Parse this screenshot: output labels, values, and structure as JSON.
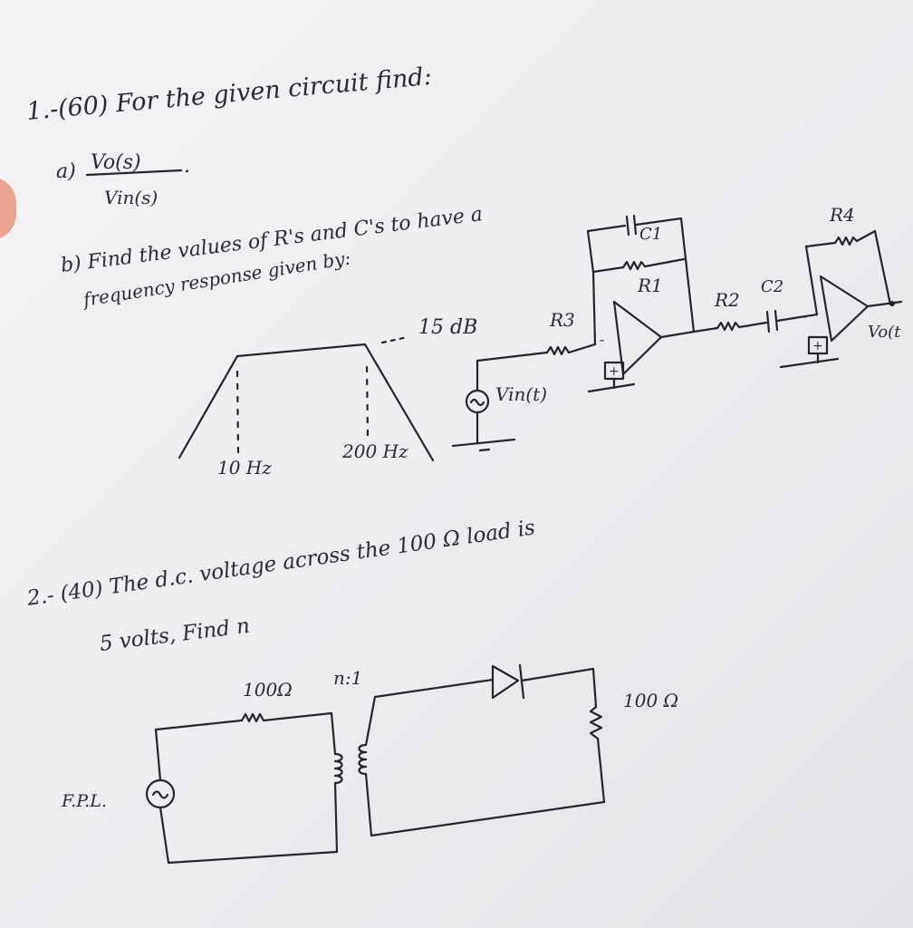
{
  "problem1": {
    "header": "1.-(60) For the given circuit find:",
    "part_a_label": "a)",
    "part_a_num": "Vo(s)",
    "part_a_den": "Vin(s)",
    "part_a_end": ".",
    "part_b_line1": "b) Find the values of R's and C's to have a",
    "part_b_line2": "frequency response given by:",
    "gain_label": "15 dB",
    "freq_low": "10 Hz",
    "freq_high": "200 Hz"
  },
  "circuit1": {
    "r1": "R1",
    "r2": "R2",
    "r3": "R3",
    "r4": "R4",
    "c1": "C1",
    "c2": "C2",
    "vin": "Vin(t)",
    "vout": "Vo(t",
    "plus": "+",
    "minus": "-"
  },
  "problem2": {
    "line1": "2.- (40) The d.c. voltage across the 100 Ω load is",
    "line2": "5 volts, Find n",
    "source": "F.P.L.",
    "r_primary": "100Ω",
    "ratio": "n:1",
    "r_load": "100 Ω"
  },
  "icons": {
    "ac_source": "ac-source-icon",
    "diode": "diode-icon",
    "ground": "ground-icon"
  }
}
